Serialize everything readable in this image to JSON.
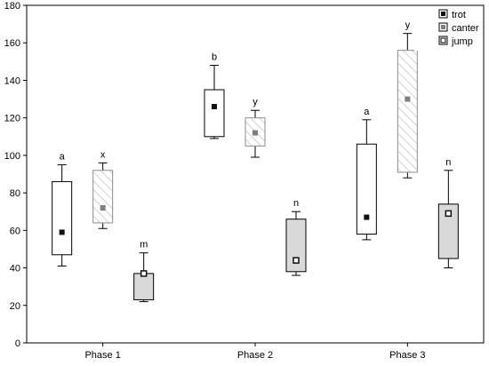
{
  "chart_data": {
    "type": "box",
    "title": "",
    "xlabel": "",
    "ylabel": "",
    "ylim": [
      0,
      180
    ],
    "yticks": [
      0,
      20,
      40,
      60,
      80,
      100,
      120,
      140,
      160,
      180
    ],
    "grid": false,
    "legend_position": "top-right",
    "categories": [
      "Phase 1",
      "Phase 2",
      "Phase 3"
    ],
    "series": [
      {
        "name": "trot",
        "fill": "#ffffff",
        "hatch": false,
        "marker_color": "#111111",
        "marker_fill": "filled",
        "boxes": [
          {
            "min": 41,
            "q1": 47,
            "median": 59,
            "q3": 86,
            "max": 95,
            "label": "a"
          },
          {
            "min": 109,
            "q1": 110,
            "median": 126,
            "q3": 135,
            "max": 148,
            "label": "b"
          },
          {
            "min": 55,
            "q1": 58,
            "median": 67,
            "q3": 106,
            "max": 119,
            "label": "a"
          }
        ]
      },
      {
        "name": "canter",
        "fill": "#ffffff",
        "hatch": true,
        "marker_color": "#7f7f7f",
        "marker_fill": "filled",
        "boxes": [
          {
            "min": 61,
            "q1": 64,
            "median": 72,
            "q3": 92,
            "max": 96,
            "label": "x"
          },
          {
            "min": 99,
            "q1": 105,
            "median": 112,
            "q3": 120,
            "max": 124,
            "label": "y"
          },
          {
            "min": 88,
            "q1": 91,
            "median": 130,
            "q3": 156,
            "max": 165,
            "label": "y"
          }
        ]
      },
      {
        "name": "jump",
        "fill": "#d9d9d9",
        "hatch": false,
        "marker_color": "#111111",
        "marker_fill": "hollow",
        "boxes": [
          {
            "min": 22,
            "q1": 23,
            "median": 37,
            "q3": 37,
            "max": 48,
            "label": "m"
          },
          {
            "min": 36,
            "q1": 38,
            "median": 44,
            "q3": 66,
            "max": 70,
            "label": "n"
          },
          {
            "min": 40,
            "q1": 45,
            "median": 69,
            "q3": 74,
            "max": 92,
            "label": "n"
          }
        ]
      }
    ]
  }
}
